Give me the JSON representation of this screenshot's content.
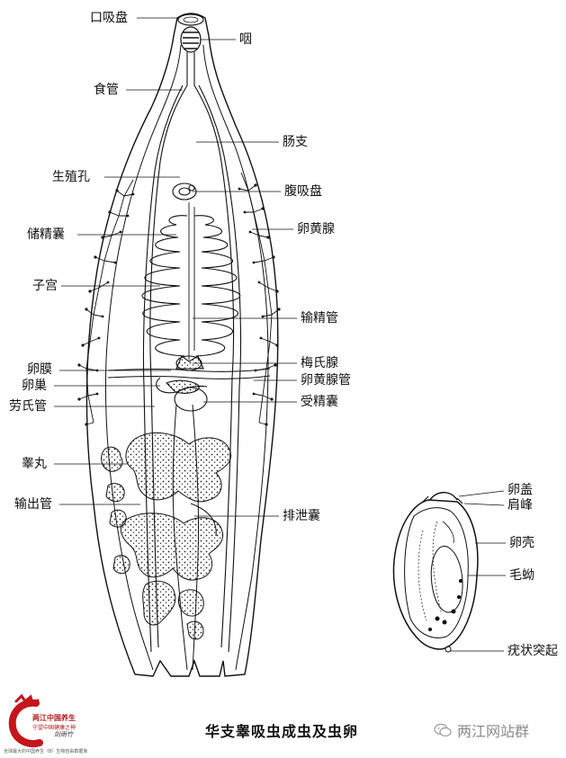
{
  "figure": {
    "caption": "华支睾吸虫成虫及虫卵",
    "watermark_text": "两江网站群",
    "watermark_icon": "wechat-icon",
    "logo": {
      "title": "两江中国养生",
      "subtitle": "守望中国健康之神",
      "signature": "剑雨竹",
      "footer": "全球最大的中国养生（B）生物自由数据库"
    }
  },
  "adult_labels_left": [
    {
      "id": "oral-sucker",
      "text": "口吸盘"
    },
    {
      "id": "esophagus",
      "text": "食管"
    },
    {
      "id": "genital-pore",
      "text": "生殖孔"
    },
    {
      "id": "seminal-vesicle",
      "text": "储精囊"
    },
    {
      "id": "uterus",
      "text": "子宫"
    },
    {
      "id": "ootype",
      "text": "卵膜"
    },
    {
      "id": "ovary",
      "text": "卵巢"
    },
    {
      "id": "laurers-canal",
      "text": "劳氏管"
    },
    {
      "id": "testis",
      "text": "睾丸"
    },
    {
      "id": "vas-efferens",
      "text": "输出管"
    }
  ],
  "adult_labels_right": [
    {
      "id": "pharynx",
      "text": "咽"
    },
    {
      "id": "intestinal-branch",
      "text": "肠支"
    },
    {
      "id": "ventral-sucker",
      "text": "腹吸盘"
    },
    {
      "id": "vitelline-gland",
      "text": "卵黄腺"
    },
    {
      "id": "vas-deferens",
      "text": "输精管"
    },
    {
      "id": "mehlis-gland",
      "text": "梅氏腺"
    },
    {
      "id": "vitelline-duct",
      "text": "卵黄腺管"
    },
    {
      "id": "seminal-receptacle",
      "text": "受精囊"
    },
    {
      "id": "excretory-bladder",
      "text": "排泄囊"
    }
  ],
  "egg_labels": [
    {
      "id": "operculum",
      "text": "卵盖"
    },
    {
      "id": "shoulder-ridge",
      "text": "肩峰"
    },
    {
      "id": "egg-shell",
      "text": "卵壳"
    },
    {
      "id": "miracidium",
      "text": "毛蚴"
    },
    {
      "id": "knob-process",
      "text": "疣状突起"
    }
  ],
  "colors": {
    "ink": "#111111",
    "logo_red": "#c4161c",
    "watermark_gray": "#8a8a8a"
  }
}
